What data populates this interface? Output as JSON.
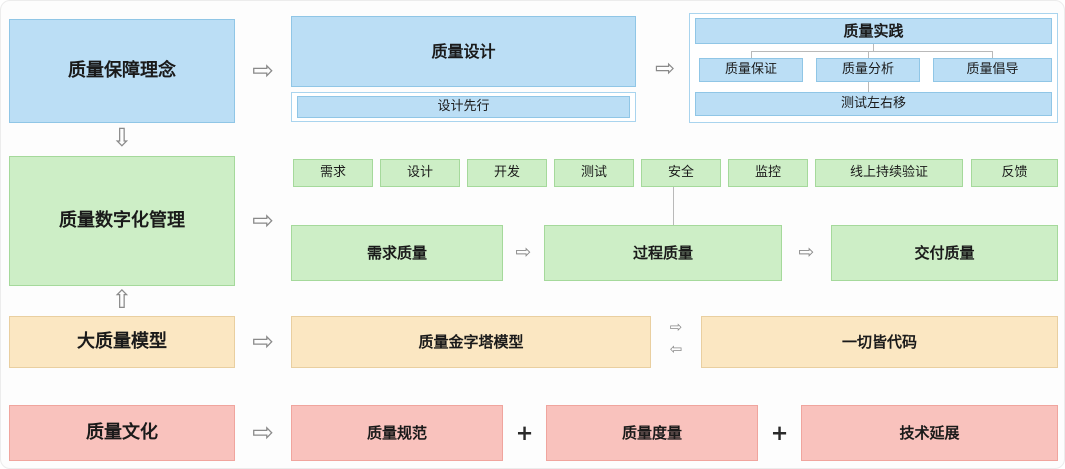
{
  "colors": {
    "blue_bg": "#BBDEF5",
    "blue_border": "#90C6E6",
    "green_bg": "#CDEEC6",
    "green_border": "#A5D99B",
    "yellow_bg": "#FBE7C2",
    "yellow_border": "#E9CFA0",
    "pink_bg": "#F9C2BD",
    "pink_border": "#F0A59E",
    "frame_border": "#A9D4EE",
    "arrow_color": "#8a8a8a",
    "line_color": "#b9b9b9"
  },
  "icons": {
    "arrow_right": "⇨",
    "arrow_left": "⇦",
    "arrow_down": "⇩",
    "arrow_up": "⇧"
  },
  "rows": {
    "row1": {
      "left": "质量保障理念",
      "design": "质量设计",
      "design_sub": "设计先行",
      "practice": {
        "title": "质量实践",
        "items": [
          "质量保证",
          "质量分析",
          "质量倡导"
        ],
        "bottom": "测试左右移"
      }
    },
    "row2": {
      "left": "质量数字化管理",
      "stages": [
        "需求",
        "设计",
        "开发",
        "测试",
        "安全",
        "监控",
        "线上持续验证",
        "反馈"
      ],
      "qualities": [
        "需求质量",
        "过程质量",
        "交付质量"
      ]
    },
    "row3": {
      "left": "大质量模型",
      "middle": "质量金字塔模型",
      "right": "一切皆代码"
    },
    "row4": {
      "left": "质量文化",
      "items": [
        "质量规范",
        "质量度量",
        "技术延展"
      ],
      "plus": "+"
    }
  }
}
